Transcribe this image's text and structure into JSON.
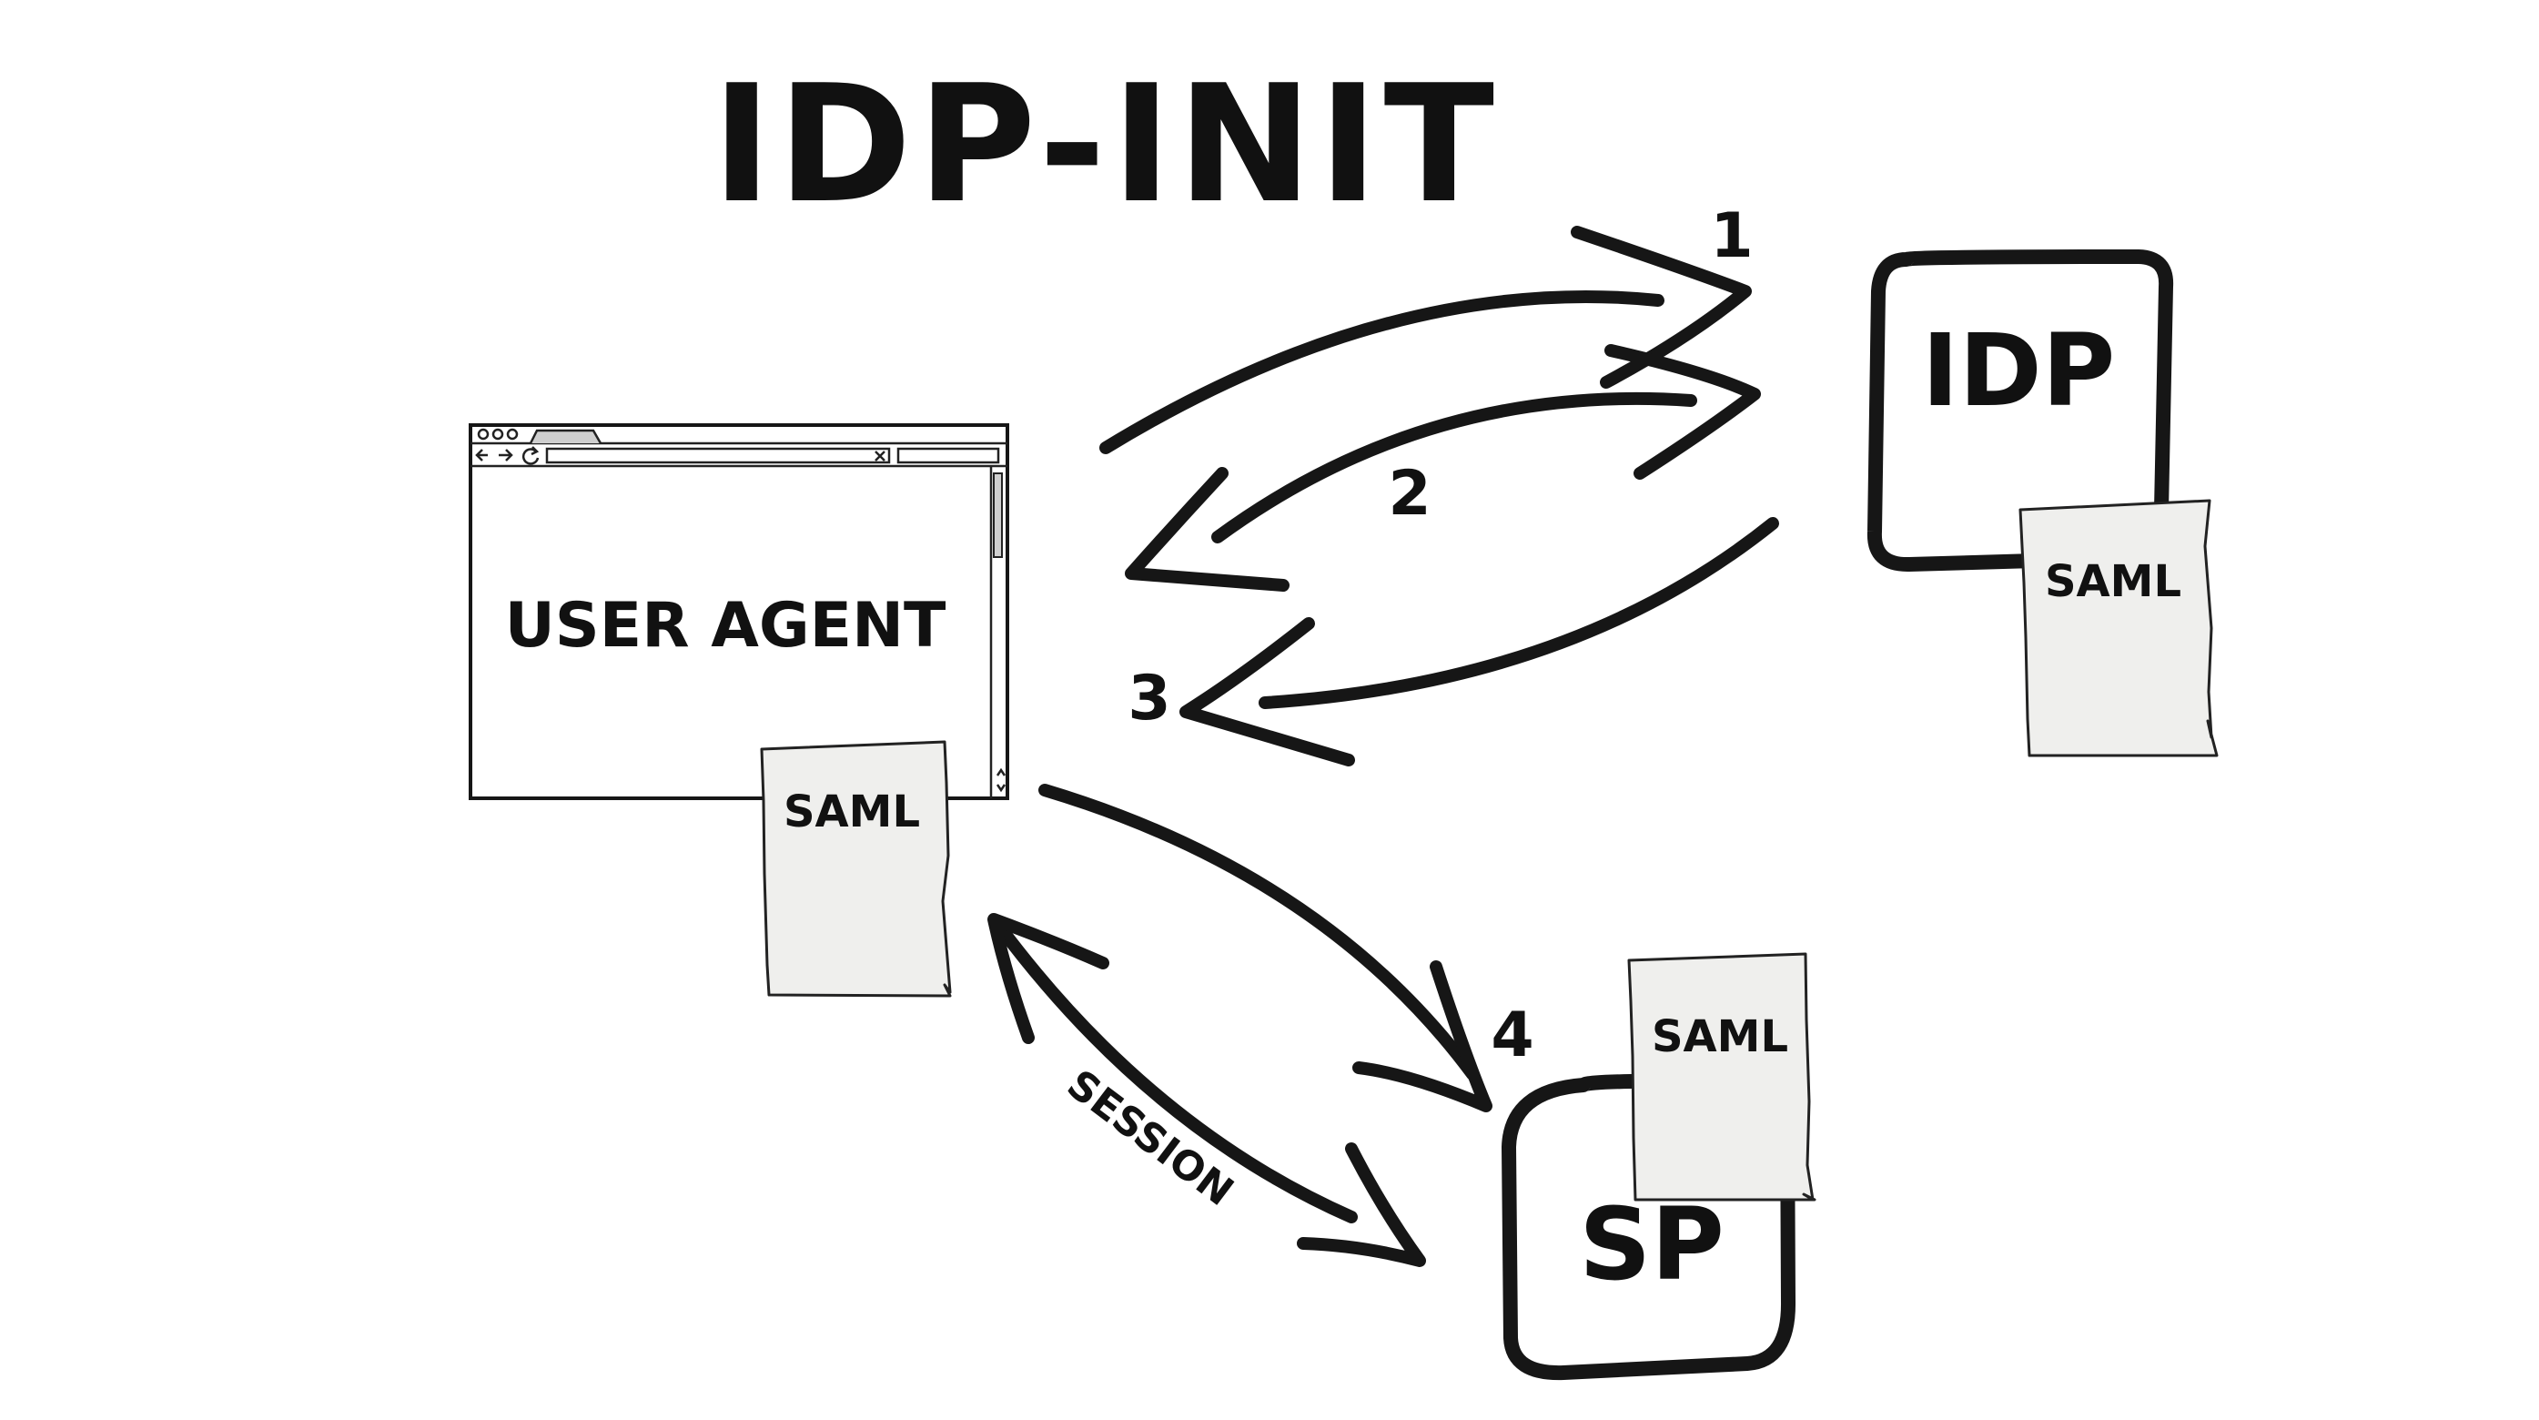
{
  "title": "IDP-INIT",
  "nodes": {
    "user_agent": {
      "label": "USER AGENT"
    },
    "idp": {
      "label": "IDP"
    },
    "sp": {
      "label": "SP"
    }
  },
  "documents": {
    "idp_doc": "SAML",
    "user_doc": "SAML",
    "sp_doc": "SAML"
  },
  "steps": {
    "s1": "1",
    "s2": "2",
    "s3": "3",
    "s4": "4"
  },
  "session_label": "SESSION",
  "colors": {
    "ink": "#161616",
    "paper": "#efefed",
    "background": "#ffffff"
  }
}
